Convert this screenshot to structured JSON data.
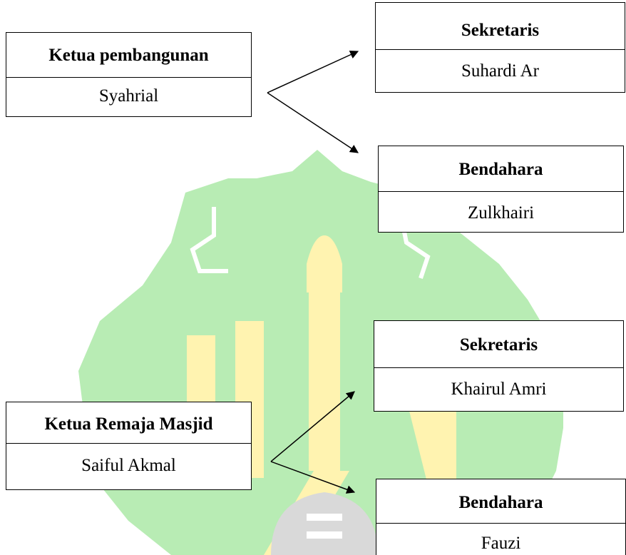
{
  "colors": {
    "watermark_green": "#b8ecb4",
    "watermark_yellow": "#fff3b0",
    "watermark_gray": "#d9d9d9",
    "line": "#000000"
  },
  "groups": [
    {
      "head": {
        "title": "Ketua pembangunan",
        "name": "Syahrial"
      },
      "members": [
        {
          "title": "Sekretaris",
          "name": "Suhardi Ar"
        },
        {
          "title": "Bendahara",
          "name": "Zulkhairi"
        }
      ]
    },
    {
      "head": {
        "title": "Ketua Remaja Masjid",
        "name": "Saiful Akmal"
      },
      "members": [
        {
          "title": "Sekretaris",
          "name": "Khairul Amri"
        },
        {
          "title": "Bendahara",
          "name": "Fauzi"
        }
      ]
    }
  ]
}
